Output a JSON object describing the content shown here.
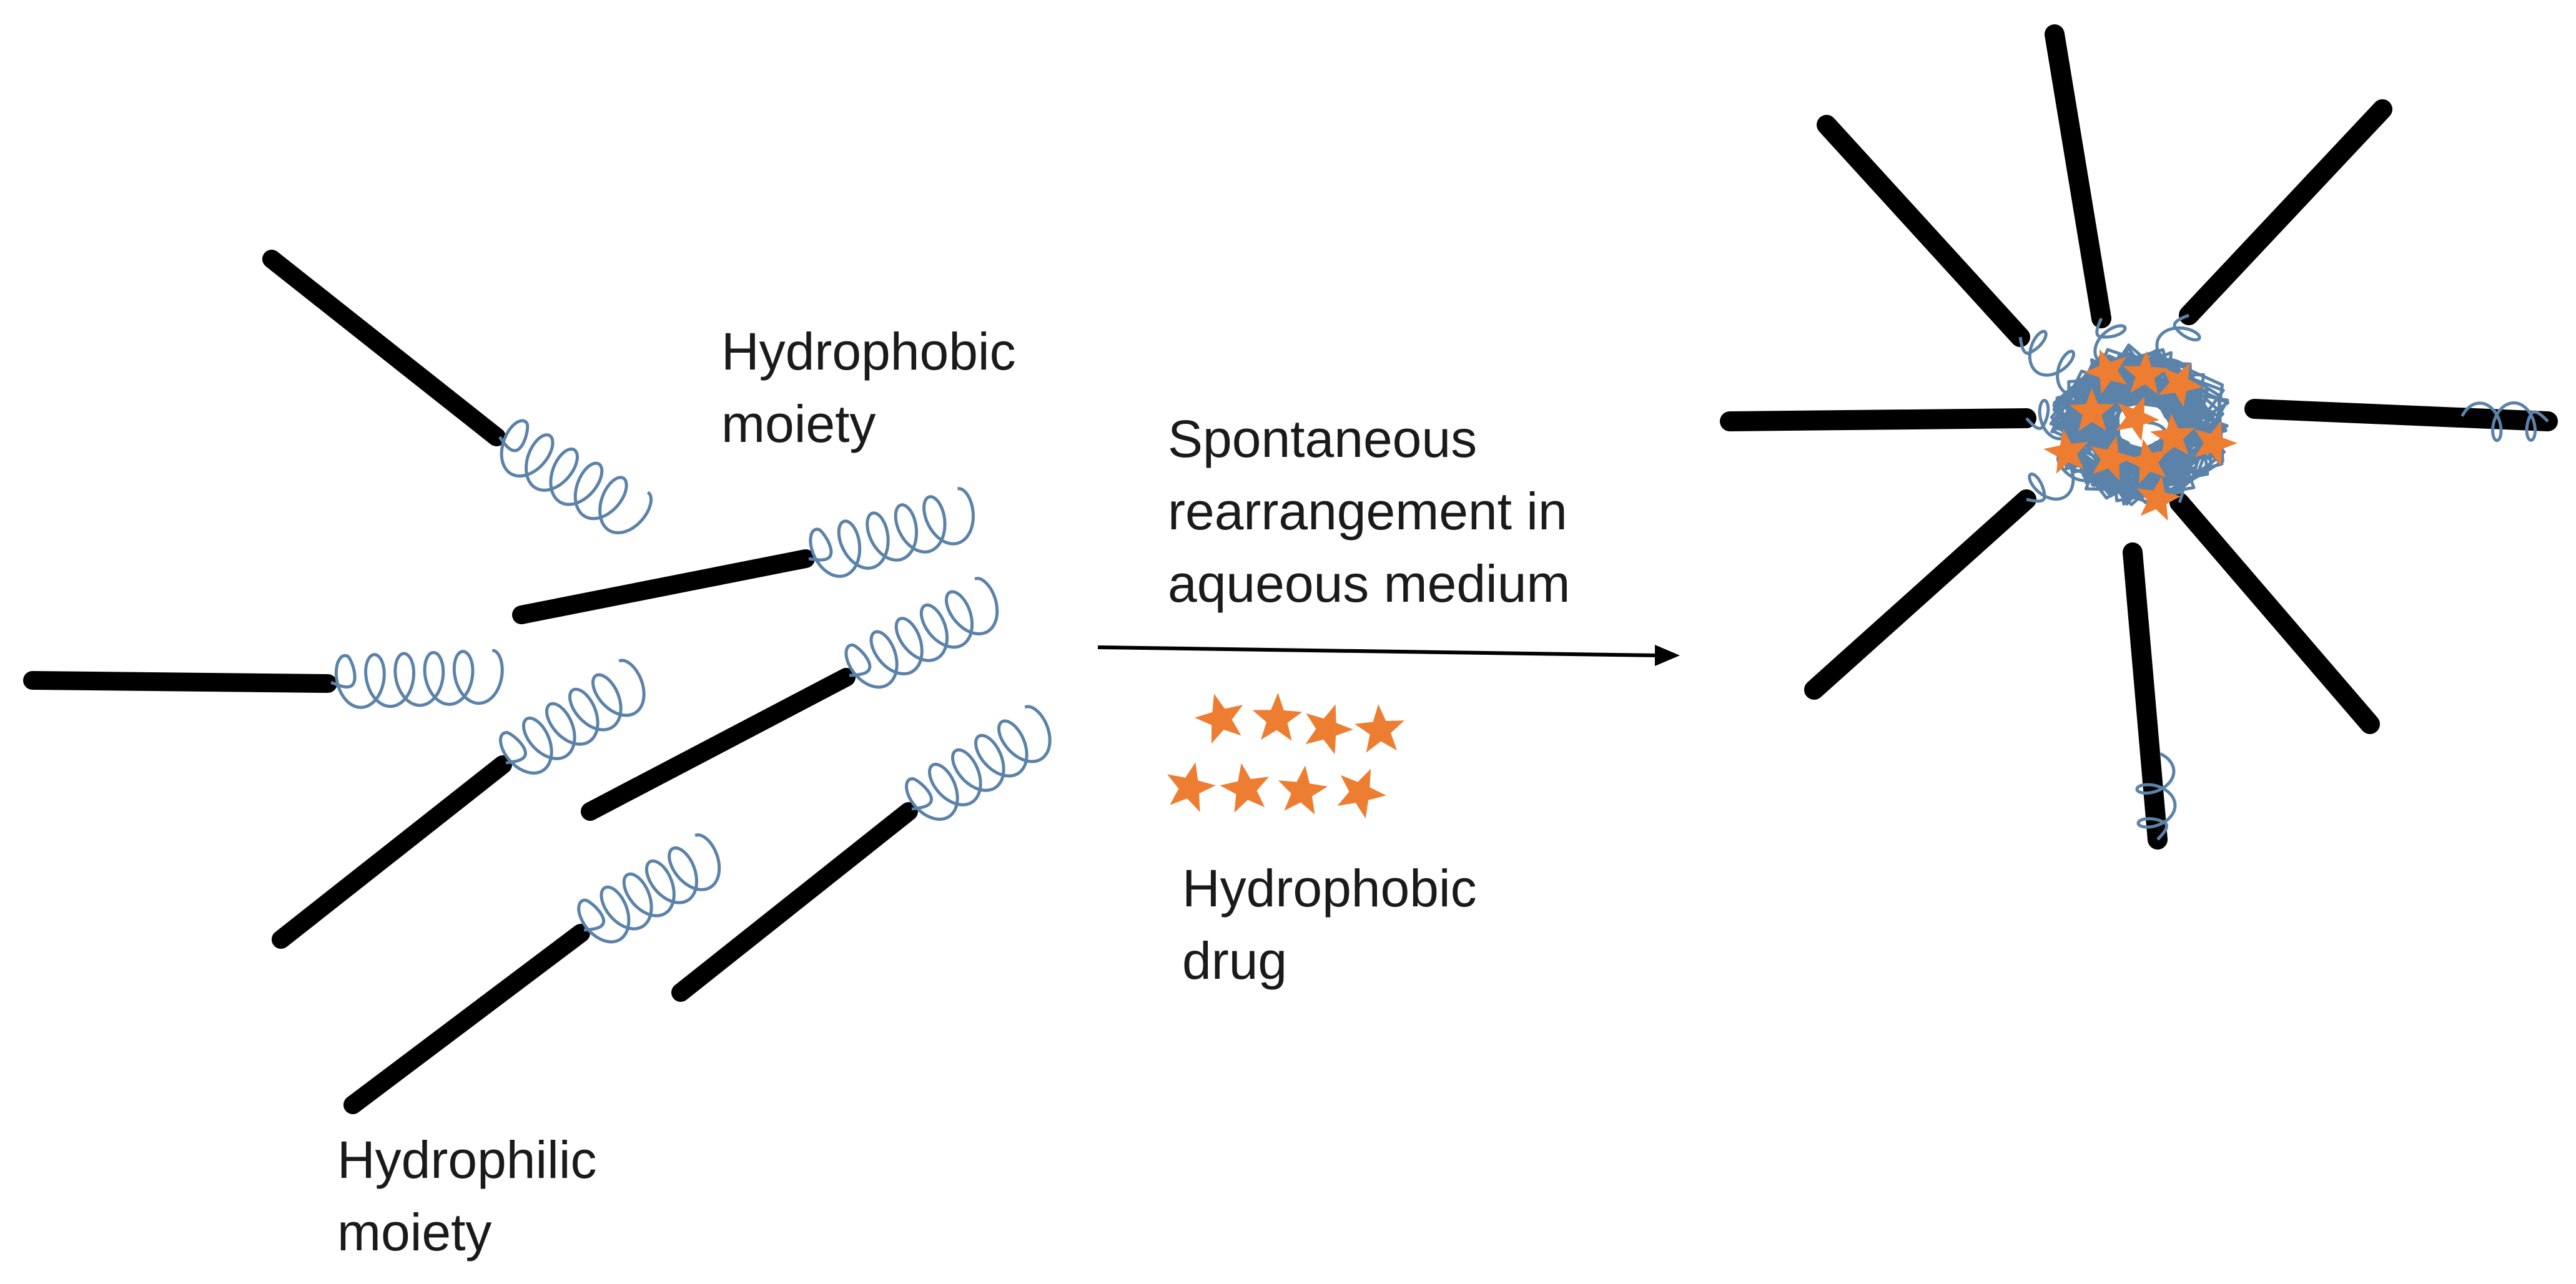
{
  "labels": {
    "hydrophobic_moiety": [
      "Hydrophobic",
      "moiety"
    ],
    "rearrangement": [
      "Spontaneous",
      "rearrangement in",
      "aqueous medium"
    ],
    "hydrophobic_drug": [
      "Hydrophobic",
      "drug"
    ],
    "hydrophilic_moiety": [
      "Hydrophilic",
      "moiety"
    ]
  },
  "colors": {
    "hydrophilic_rod": "#000000",
    "hydrophobic_coil": "#5b82a8",
    "drug_star": "#ed7d31",
    "arrow": "#000000"
  },
  "icons": {
    "rod": "black-rod-icon",
    "coil": "helix-coil-icon",
    "drug": "orange-star-icon",
    "micelle": "micelle-icon"
  }
}
